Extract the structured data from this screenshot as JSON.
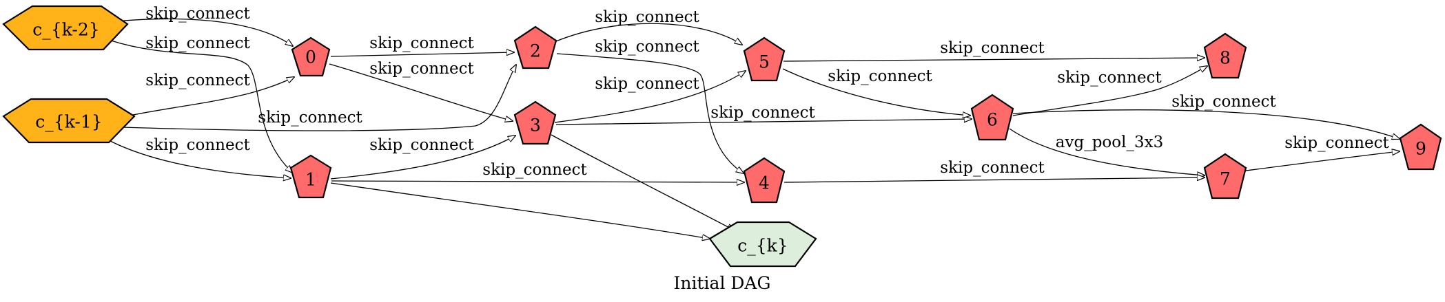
{
  "diagram": {
    "caption": "Initial DAG",
    "colors": {
      "input_node": "#FFB319",
      "op_node": "#FF6B6B",
      "output_node": "#DDEEDD",
      "stroke": "#000000"
    },
    "nodes": [
      {
        "id": "ck2",
        "label": "c_{k-2}",
        "kind": "input"
      },
      {
        "id": "ck1",
        "label": "c_{k-1}",
        "kind": "input"
      },
      {
        "id": "n0",
        "label": "0",
        "kind": "op"
      },
      {
        "id": "n1",
        "label": "1",
        "kind": "op"
      },
      {
        "id": "n2",
        "label": "2",
        "kind": "op"
      },
      {
        "id": "n3",
        "label": "3",
        "kind": "op"
      },
      {
        "id": "n4",
        "label": "4",
        "kind": "op"
      },
      {
        "id": "n5",
        "label": "5",
        "kind": "op"
      },
      {
        "id": "n6",
        "label": "6",
        "kind": "op"
      },
      {
        "id": "n7",
        "label": "7",
        "kind": "op"
      },
      {
        "id": "n8",
        "label": "8",
        "kind": "op"
      },
      {
        "id": "n9",
        "label": "9",
        "kind": "op"
      },
      {
        "id": "ck",
        "label": "c_{k}",
        "kind": "output"
      }
    ],
    "edges": [
      {
        "id": "e_ck2_n0",
        "from": "c_{k-2}",
        "to": "0",
        "label": "skip_connect"
      },
      {
        "id": "e_ck2_n1",
        "from": "c_{k-2}",
        "to": "1",
        "label": "skip_connect"
      },
      {
        "id": "e_ck1_n0",
        "from": "c_{k-1}",
        "to": "0",
        "label": "skip_connect"
      },
      {
        "id": "e_ck1_n2",
        "from": "c_{k-1}",
        "to": "2",
        "label": "skip_connect"
      },
      {
        "id": "e_ck1_n1",
        "from": "c_{k-1}",
        "to": "1",
        "label": "skip_connect"
      },
      {
        "id": "e_n0_n2",
        "from": "0",
        "to": "2",
        "label": "skip_connect"
      },
      {
        "id": "e_n0_n3",
        "from": "0",
        "to": "3",
        "label": "skip_connect"
      },
      {
        "id": "e_n1_n3",
        "from": "1",
        "to": "3",
        "label": "skip_connect"
      },
      {
        "id": "e_n1_n4",
        "from": "1",
        "to": "4",
        "label": "skip_connect"
      },
      {
        "id": "e_n1_ck",
        "from": "1",
        "to": "c_{k}",
        "label": ""
      },
      {
        "id": "e_n2_n5",
        "from": "2",
        "to": "5",
        "label": "skip_connect"
      },
      {
        "id": "e_n2_n4",
        "from": "2",
        "to": "4",
        "label": "skip_connect"
      },
      {
        "id": "e_n3_n5",
        "from": "3",
        "to": "5",
        "label": "skip_connect"
      },
      {
        "id": "e_n3_n6",
        "from": "3",
        "to": "6",
        "label": "skip_connect"
      },
      {
        "id": "e_n3_ck",
        "from": "3",
        "to": "c_{k}",
        "label": ""
      },
      {
        "id": "e_n5_n8",
        "from": "5",
        "to": "8",
        "label": "skip_connect"
      },
      {
        "id": "e_n5_n6",
        "from": "5",
        "to": "6",
        "label": "skip_connect"
      },
      {
        "id": "e_n6_n8",
        "from": "6",
        "to": "8",
        "label": "skip_connect"
      },
      {
        "id": "e_n6_n9",
        "from": "6",
        "to": "9",
        "label": "skip_connect"
      },
      {
        "id": "e_n6_n7",
        "from": "6",
        "to": "7",
        "label": "avg_pool_3x3"
      },
      {
        "id": "e_n4_n7",
        "from": "4",
        "to": "7",
        "label": "skip_connect"
      },
      {
        "id": "e_n7_n9",
        "from": "7",
        "to": "9",
        "label": "skip_connect"
      }
    ]
  }
}
